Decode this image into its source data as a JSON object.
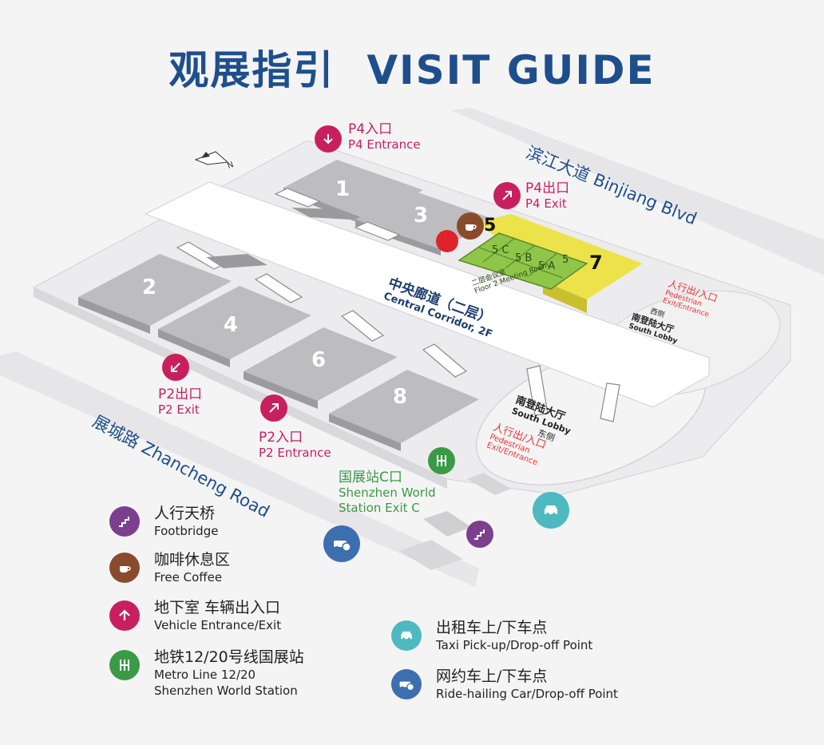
{
  "header": {
    "title_zh": "观展指引",
    "title_en": "VISIT GUIDE"
  },
  "roads": {
    "binjiang": "滨江大道 Binjiang Blvd",
    "zhancheng": "展城路 Zhancheng Road"
  },
  "halls": [
    "1",
    "2",
    "3",
    "4",
    "5",
    "6",
    "7",
    "8"
  ],
  "halls_5": [
    "5 C",
    "5 B",
    "5 A",
    "5"
  ],
  "meeting_room": {
    "zh": "二层会议室",
    "en": "Floor 2 Meeting Room"
  },
  "corridor": {
    "zh": "中央廊道（二层）",
    "en": "Central Corridor, 2F"
  },
  "compass": "N",
  "entrances": {
    "p4_in": {
      "zh": "P4入口",
      "en": "P4 Entrance"
    },
    "p4_out": {
      "zh": "P4出口",
      "en": "P4 Exit"
    },
    "p2_out": {
      "zh": "P2出口",
      "en": "P2 Exit"
    },
    "p2_in": {
      "zh": "P2入口",
      "en": "P2 Entrance"
    }
  },
  "metro_exit": {
    "zh": "国展站C口",
    "en1": "Shenzhen World",
    "en2": "Station Exit C"
  },
  "south_lobby": {
    "zh": "南登陆大厅",
    "en": "South Lobby",
    "side": "东侧"
  },
  "west_lobby": {
    "zh": "南登陆大厅",
    "en": "South Lobby",
    "side": "西侧"
  },
  "ped_exit": {
    "zh": "人行出/入口",
    "en1": "Pedestrian",
    "en2": "Exit/Entrance"
  },
  "ped_exit2": {
    "zh": "人行出/入口",
    "en1": "Pedestrian",
    "en2": "Exit/Entrance"
  },
  "legend": [
    {
      "icon": "footbridge-icon",
      "color": "#7b3f8e",
      "zh": "人行天桥",
      "en": "Footbridge"
    },
    {
      "icon": "coffee-icon",
      "color": "#8a4b2c",
      "zh": "咖啡休息区",
      "en": "Free Coffee"
    },
    {
      "icon": "vehicle-entrance-icon",
      "color": "#c8205e",
      "zh": "地下室 车辆出入口",
      "en": "Vehicle Entrance/Exit"
    },
    {
      "icon": "metro-icon",
      "color": "#3a9a45",
      "zh": "地铁12/20号线国展站",
      "en": "Metro Line 12/20",
      "en2": "Shenzhen World Station"
    },
    {
      "icon": "taxi-icon",
      "color": "#4fb9c2",
      "zh": "出租车上/下车点",
      "en": "Taxi Pick-up/Drop-off Point"
    },
    {
      "icon": "ride-hailing-icon",
      "color": "#3d6fae",
      "zh": "网约车上/下车点",
      "en": "Ride-hailing Car/Drop-off Point"
    }
  ]
}
